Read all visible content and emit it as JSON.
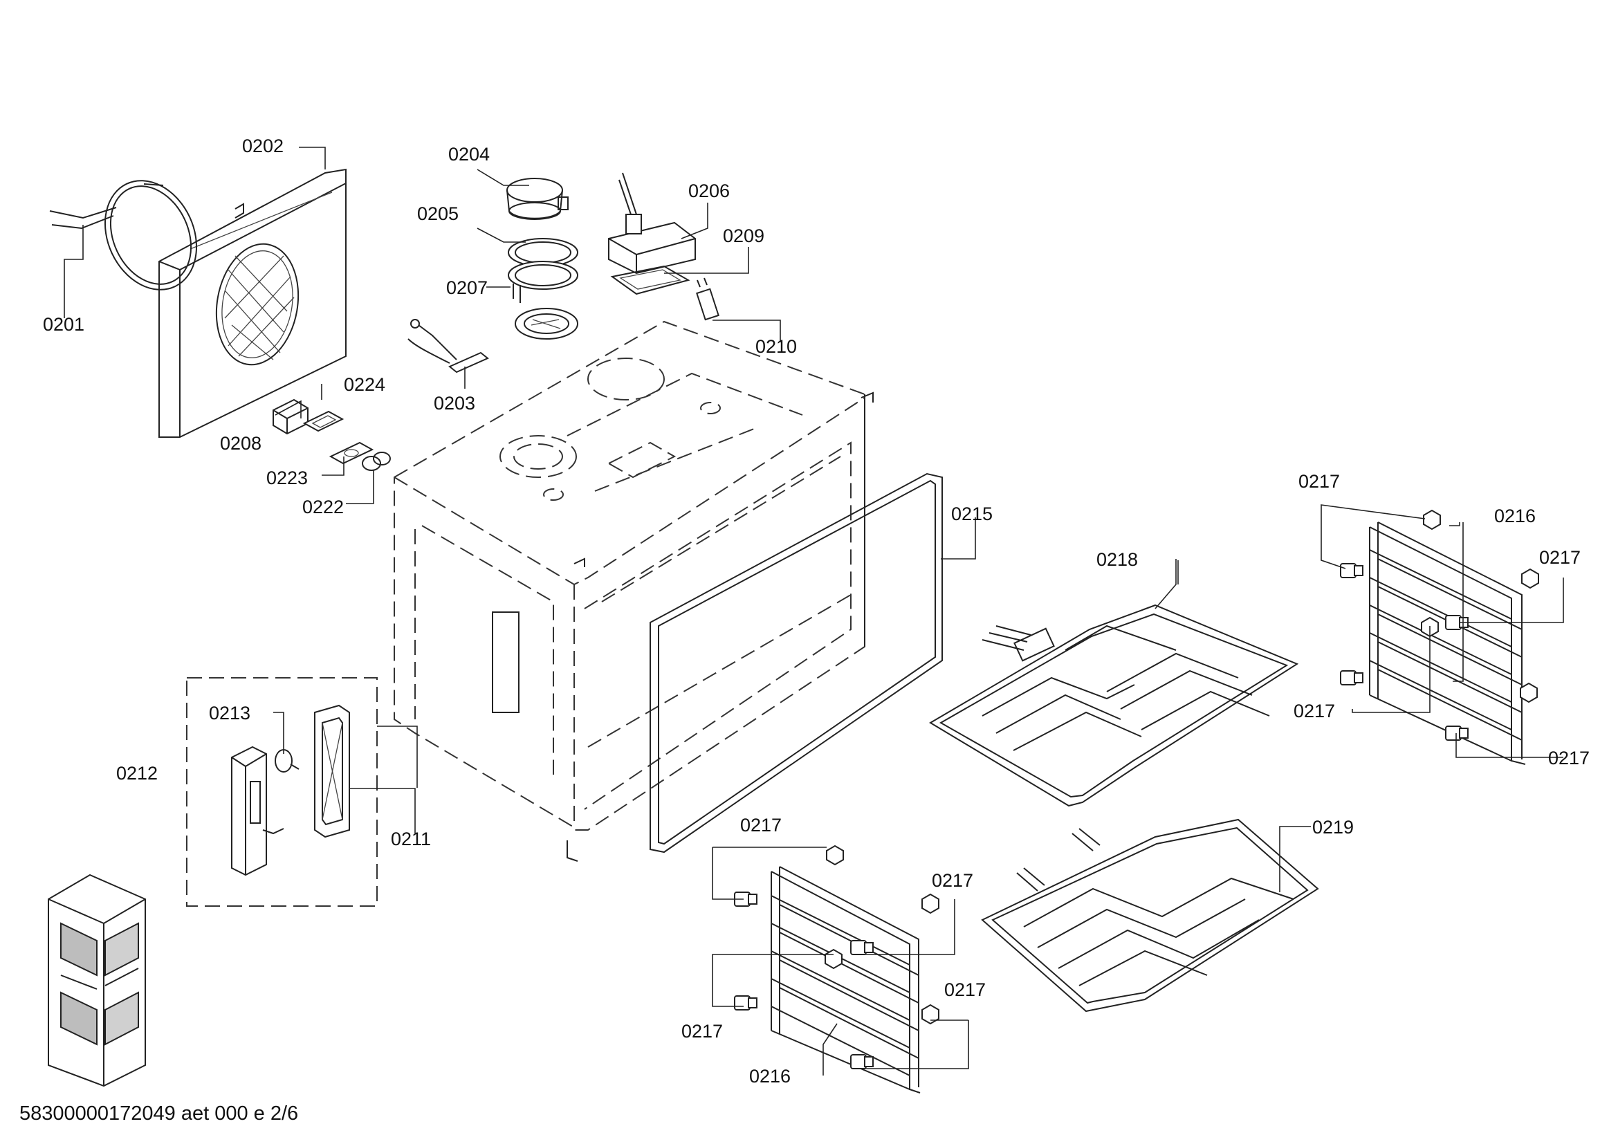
{
  "labels": [
    {
      "id": "c0201",
      "text": "0201"
    },
    {
      "id": "c0202",
      "text": "0202"
    },
    {
      "id": "c0203",
      "text": "0203"
    },
    {
      "id": "c0204",
      "text": "0204"
    },
    {
      "id": "c0205",
      "text": "0205"
    },
    {
      "id": "c0206",
      "text": "0206"
    },
    {
      "id": "c0207",
      "text": "0207"
    },
    {
      "id": "c0208",
      "text": "0208"
    },
    {
      "id": "c0209",
      "text": "0209"
    },
    {
      "id": "c0210",
      "text": "0210"
    },
    {
      "id": "c0211",
      "text": "0211"
    },
    {
      "id": "c0212",
      "text": "0212"
    },
    {
      "id": "c0213",
      "text": "0213"
    },
    {
      "id": "c0215",
      "text": "0215"
    },
    {
      "id": "c0216a",
      "text": "0216"
    },
    {
      "id": "c0216b",
      "text": "0216"
    },
    {
      "id": "c0217a",
      "text": "0217"
    },
    {
      "id": "c0217b",
      "text": "0217"
    },
    {
      "id": "c0217c",
      "text": "0217"
    },
    {
      "id": "c0217d",
      "text": "0217"
    },
    {
      "id": "c0217e",
      "text": "0217"
    },
    {
      "id": "c0217f",
      "text": "0217"
    },
    {
      "id": "c0217g",
      "text": "0217"
    },
    {
      "id": "c0217h",
      "text": "0217"
    },
    {
      "id": "c0218",
      "text": "0218"
    },
    {
      "id": "c0219",
      "text": "0219"
    },
    {
      "id": "c0222",
      "text": "0222"
    },
    {
      "id": "c0223",
      "text": "0223"
    },
    {
      "id": "c0224",
      "text": "0224"
    }
  ],
  "footer": "58300000172049 aet 000 e 2/6"
}
